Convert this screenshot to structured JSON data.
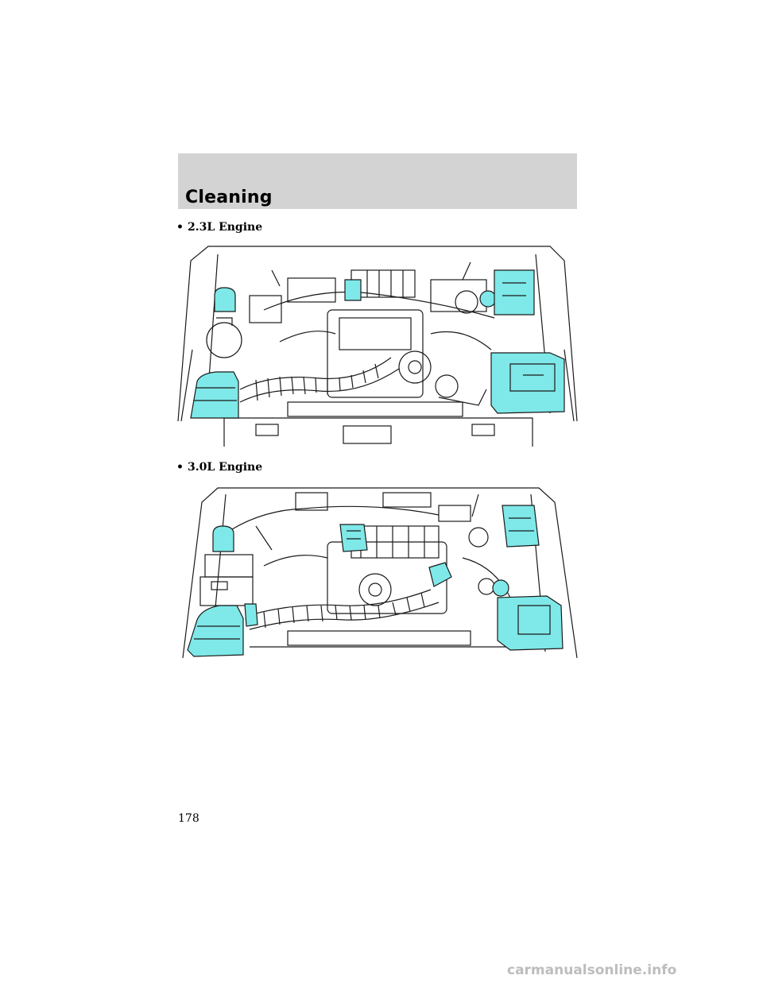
{
  "header": {
    "title": "Cleaning"
  },
  "engines": [
    {
      "label": "2.3L Engine"
    },
    {
      "label": "3.0L Engine"
    }
  ],
  "colors": {
    "highlight": "#7fe8e8",
    "band": "#d3d3d3",
    "line": "#1a1a1a"
  },
  "page": {
    "number": "178"
  },
  "watermark": "carmanualsonline.info"
}
